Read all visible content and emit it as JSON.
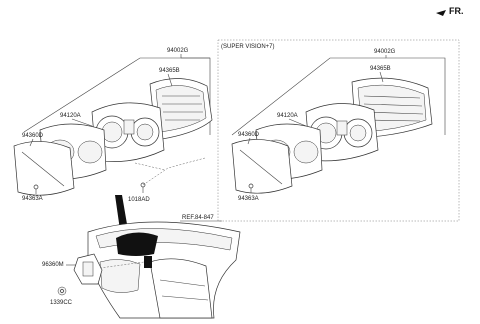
{
  "header": {
    "direction_label": "FR."
  },
  "groups": {
    "standard": {
      "assembly_label": "94002G",
      "parts": {
        "housing": "94365B",
        "cluster": "94120A",
        "lens": "94360D",
        "screw": "94363A",
        "bolt": "1018AD"
      }
    },
    "supervision": {
      "title": "(SUPER VISION+7)",
      "assembly_label": "94002G",
      "parts": {
        "housing": "94365B",
        "cluster": "94120A",
        "lens": "94360D",
        "screw": "94363A"
      }
    }
  },
  "dashboard": {
    "ref_label": "REF.84-847",
    "switch_label": "96360M",
    "clip_label": "1339CC"
  }
}
